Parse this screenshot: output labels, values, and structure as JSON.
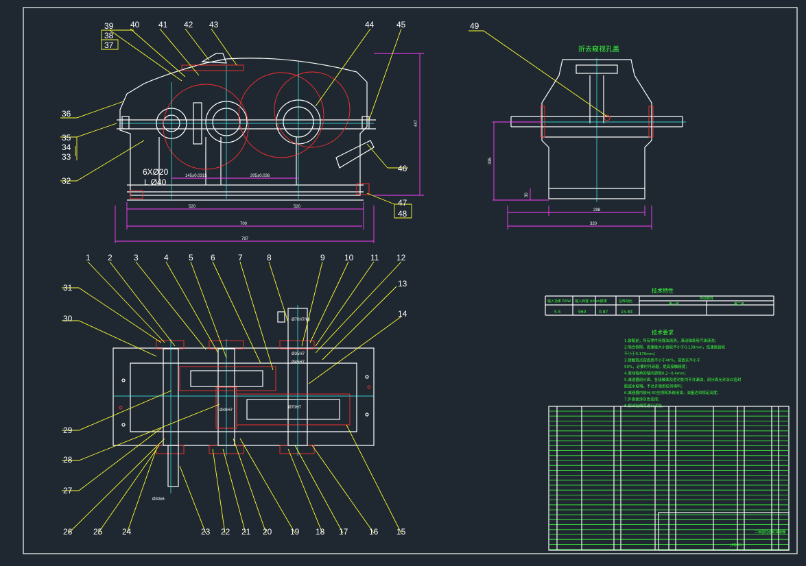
{
  "colors": {
    "background": "#1f2830",
    "outline": "#ffffff",
    "leader": "#ffff33",
    "section": "#ff3030",
    "dimension": "#ff40ff",
    "centerline": "#40ffff",
    "annotation": "#3cff3c"
  },
  "front_view": {
    "labels_top": [
      "40",
      "41",
      "42",
      "43",
      "44",
      "45"
    ],
    "label_stack": [
      "39",
      "38",
      "37"
    ],
    "labels_left": [
      "36",
      "35",
      "34",
      "33",
      "32"
    ],
    "labels_right": [
      "46",
      "47",
      "48"
    ],
    "hole_spec": "6XØ20",
    "hole_depth": "L Ø40",
    "dim_center1": "145±0.0315",
    "dim_center2": "205±0.036",
    "dim_520a": "520",
    "dim_520b": "520",
    "dim_700": "700",
    "dim_overall": "797",
    "dim_height": "447"
  },
  "side_view": {
    "label": "49",
    "title": "折去窥视孔盖",
    "dim_height": "335",
    "dim_base": "30",
    "dim_width1": "298",
    "dim_width2": "320"
  },
  "top_view": {
    "labels_top": [
      "1",
      "2",
      "3",
      "4",
      "5",
      "6",
      "7",
      "8",
      "9",
      "10",
      "11",
      "12"
    ],
    "labels_right": [
      "13",
      "14"
    ],
    "labels_left": [
      "31",
      "30",
      "29",
      "28",
      "27"
    ],
    "labels_bottom": [
      "26",
      "25",
      "24",
      "23",
      "22",
      "21",
      "20",
      "19",
      "18",
      "17",
      "16",
      "15"
    ],
    "fit_a": "Ø70H7/k6",
    "fit_b": "Ø35H7",
    "fit_c": "Ø45H7",
    "fit_d": "Ø70H7",
    "fit_e": "Ø40H7",
    "fit_f": "Ø30k6"
  },
  "tech_spec": {
    "title": "技术特性",
    "headers": [
      "输入功率 P/kW",
      "输入转速 (r/min)",
      "效率",
      "总传动比",
      "传动特性"
    ],
    "values": [
      "5.5",
      "960",
      "0.87",
      "15.84"
    ],
    "stage1": "第一级",
    "stage2": "第二级"
  },
  "tech_requirements": {
    "title": "技术要求",
    "lines": [
      "1.装配前，所有零件用煤油清洗，滚动轴承用汽油清洗；",
      "2.啮合侧隙，高速级大小齿轮不小于0.138mm，低速级齿轮",
      "   不小于0.170mm；",
      "3.接触斑点按齿高不小于40%，按齿长不小于",
      "   50%，必要时可研磨，提高接触精度；",
      "4.滚动轴承的轴向游隙0.2~0.4mm；",
      "5.减速器剖分面、各接触面及密封处均不许漏油，剖分面允许涂以密封",
      "   胶或水玻璃，不允许使用任何填料；",
      "6.减速器内装HJ-50全损耗系统用油，油量达到规定高度；",
      "7.外表面涂灰色油漆；",
      "8.按试验规范进行试验。"
    ]
  },
  "title_block": {
    "name": "二级圆柱齿轮减速器",
    "drawing_no": "JSQ-01"
  }
}
